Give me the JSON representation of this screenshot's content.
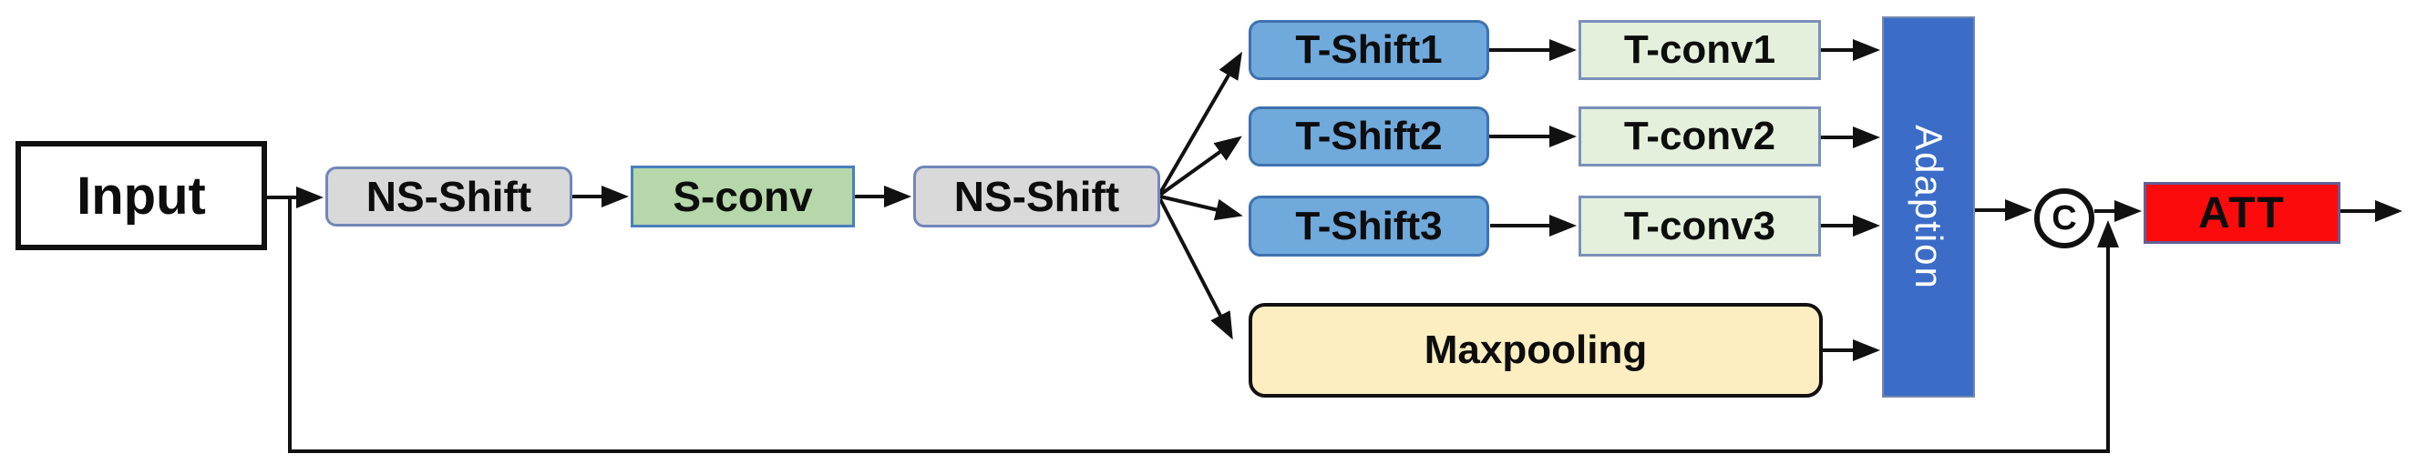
{
  "figure": {
    "type": "architecture-block-diagram",
    "background": "#ffffff",
    "nodes": {
      "input": {
        "label": "Input",
        "fill": "#ffffff",
        "border": "#111111",
        "shape": "rect"
      },
      "ns_shift_1": {
        "label": "NS-Shift",
        "fill": "#d9d9d9",
        "border": "#7286b9",
        "shape": "rounded-rect"
      },
      "s_conv": {
        "label": "S-conv",
        "fill": "#b5d7a9",
        "border": "#4a7ebb",
        "shape": "rect"
      },
      "ns_shift_2": {
        "label": "NS-Shift",
        "fill": "#d9d9d9",
        "border": "#7286b9",
        "shape": "rounded-rect"
      },
      "t_shift_1": {
        "label": "T-Shift1",
        "fill": "#70a9dc",
        "border": "#3d72ae",
        "shape": "rounded-rect"
      },
      "t_shift_2": {
        "label": "T-Shift2",
        "fill": "#70a9dc",
        "border": "#3d72ae",
        "shape": "rounded-rect"
      },
      "t_shift_3": {
        "label": "T-Shift3",
        "fill": "#70a9dc",
        "border": "#3d72ae",
        "shape": "rounded-rect"
      },
      "t_conv_1": {
        "label": "T-conv1",
        "fill": "#e4f0dc",
        "border": "#7a90bb",
        "shape": "rect"
      },
      "t_conv_2": {
        "label": "T-conv2",
        "fill": "#e4f0dc",
        "border": "#7a90bb",
        "shape": "rect"
      },
      "t_conv_3": {
        "label": "T-conv3",
        "fill": "#e4f0dc",
        "border": "#7a90bb",
        "shape": "rect"
      },
      "maxpooling": {
        "label": "Maxpooling",
        "fill": "#fdeec2",
        "border": "#111111",
        "shape": "rounded-rect"
      },
      "adaption": {
        "label": "Adaption",
        "fill": "#3b6cc7",
        "border": "#7789ad",
        "shape": "rect",
        "text_color": "#ffffff",
        "text_rotation_deg": 90
      },
      "concat": {
        "label": "C",
        "fill": "#ffffff",
        "border": "#111111",
        "shape": "circle"
      },
      "att": {
        "label": "ATT",
        "fill": "#fb0b0b",
        "border": "#635e96",
        "shape": "rect"
      }
    },
    "edges": [
      {
        "from": "input",
        "to": "ns_shift_1"
      },
      {
        "from": "ns_shift_1",
        "to": "s_conv"
      },
      {
        "from": "s_conv",
        "to": "ns_shift_2"
      },
      {
        "from": "ns_shift_2",
        "to": "t_shift_1"
      },
      {
        "from": "ns_shift_2",
        "to": "t_shift_2"
      },
      {
        "from": "ns_shift_2",
        "to": "t_shift_3"
      },
      {
        "from": "ns_shift_2",
        "to": "maxpooling"
      },
      {
        "from": "t_shift_1",
        "to": "t_conv_1"
      },
      {
        "from": "t_shift_2",
        "to": "t_conv_2"
      },
      {
        "from": "t_shift_3",
        "to": "t_conv_3"
      },
      {
        "from": "t_conv_1",
        "to": "adaption"
      },
      {
        "from": "t_conv_2",
        "to": "adaption"
      },
      {
        "from": "t_conv_3",
        "to": "adaption"
      },
      {
        "from": "maxpooling",
        "to": "adaption"
      },
      {
        "from": "adaption",
        "to": "concat"
      },
      {
        "from": "concat",
        "to": "att"
      },
      {
        "from": "att",
        "to": "output"
      },
      {
        "from": "input",
        "to": "concat",
        "type": "skip-connection-around-bottom"
      }
    ],
    "line_color": "#111111"
  }
}
